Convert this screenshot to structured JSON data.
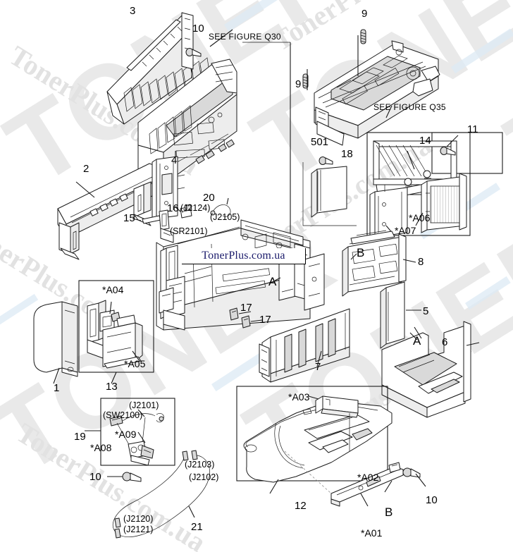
{
  "document": {
    "type": "exploded-parts-diagram",
    "banner_text": "TonerPlus.com.ua",
    "watermark_big": "TONER",
    "watermark_script": "TonerPlus.com.ua",
    "watermark_suffix": ".com.ua",
    "colors": {
      "background": "#ffffff",
      "line": "#1a1a1a",
      "shade": "#d8d8d8",
      "banner_text": "#1b1b6b",
      "watermark_gray": "#e9e9e9",
      "watermark_blue": "#dceaf4"
    }
  },
  "figure_refs": [
    {
      "id": "q30",
      "text": "SEE FIGURE Q30"
    },
    {
      "id": "q35",
      "text": "SEE FIGURE Q35"
    }
  ],
  "callouts": [
    {
      "id": "c1",
      "text": "3",
      "kind": "number"
    },
    {
      "id": "c2",
      "text": "10",
      "kind": "number"
    },
    {
      "id": "c3",
      "text": "9",
      "kind": "number"
    },
    {
      "id": "c4",
      "text": "9",
      "kind": "number"
    },
    {
      "id": "c5",
      "text": "11",
      "kind": "number"
    },
    {
      "id": "c6",
      "text": "14",
      "kind": "number"
    },
    {
      "id": "c7",
      "text": "501",
      "kind": "number"
    },
    {
      "id": "c8",
      "text": "18",
      "kind": "number"
    },
    {
      "id": "c9",
      "text": "4",
      "kind": "number"
    },
    {
      "id": "c10",
      "text": "2",
      "kind": "number"
    },
    {
      "id": "c11",
      "text": "20",
      "kind": "number"
    },
    {
      "id": "c12",
      "text": "16",
      "kind": "number"
    },
    {
      "id": "c13",
      "text": "15",
      "kind": "number"
    },
    {
      "id": "c14",
      "text": "8",
      "kind": "number"
    },
    {
      "id": "c15",
      "text": "5",
      "kind": "number"
    },
    {
      "id": "c16",
      "text": "6",
      "kind": "number"
    },
    {
      "id": "c17",
      "text": "7",
      "kind": "number"
    },
    {
      "id": "c18",
      "text": "17",
      "kind": "number"
    },
    {
      "id": "c19",
      "text": "17",
      "kind": "number"
    },
    {
      "id": "c20",
      "text": "1",
      "kind": "number"
    },
    {
      "id": "c21",
      "text": "13",
      "kind": "number"
    },
    {
      "id": "c22",
      "text": "19",
      "kind": "number"
    },
    {
      "id": "c23",
      "text": "10",
      "kind": "number"
    },
    {
      "id": "c24",
      "text": "10",
      "kind": "number"
    },
    {
      "id": "c25",
      "text": "12",
      "kind": "number"
    },
    {
      "id": "c26",
      "text": "21",
      "kind": "number"
    }
  ],
  "asterisk_parts": [
    {
      "id": "a01",
      "text": "*A01"
    },
    {
      "id": "a02",
      "text": "*A02"
    },
    {
      "id": "a03",
      "text": "*A03"
    },
    {
      "id": "a04",
      "text": "*A04"
    },
    {
      "id": "a05",
      "text": "*A05"
    },
    {
      "id": "a06",
      "text": "*A06"
    },
    {
      "id": "a07",
      "text": "*A07"
    },
    {
      "id": "a08",
      "text": "*A08"
    },
    {
      "id": "a09",
      "text": "*A09"
    }
  ],
  "connectors": [
    {
      "id": "j2124",
      "text": "(J2124)"
    },
    {
      "id": "j2105",
      "text": "(J2105)"
    },
    {
      "id": "sr2101",
      "text": "(SR2101)"
    },
    {
      "id": "j2101",
      "text": "(J2101)"
    },
    {
      "id": "sw2100",
      "text": "(SW2100)"
    },
    {
      "id": "j2103",
      "text": "(J2103)"
    },
    {
      "id": "j2102",
      "text": "(J2102)"
    },
    {
      "id": "j2120",
      "text": "(J2120)"
    },
    {
      "id": "j2121",
      "text": "(J2121)"
    }
  ],
  "section_marks": [
    {
      "id": "a_mid",
      "text": "A"
    },
    {
      "id": "a_right",
      "text": "A"
    },
    {
      "id": "b_mid",
      "text": "B"
    },
    {
      "id": "b_low",
      "text": "B"
    }
  ]
}
